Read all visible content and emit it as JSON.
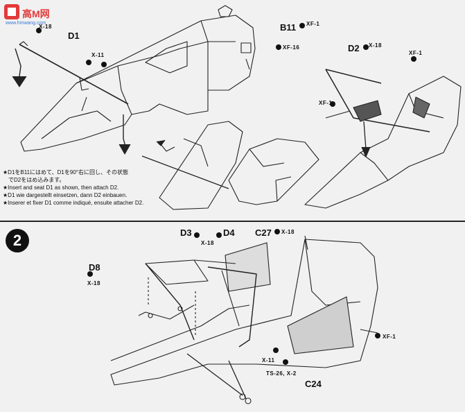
{
  "watermark": {
    "logo_text": "高M网",
    "url_text": "www.hmwang.com"
  },
  "step": {
    "number": "2"
  },
  "panel1": {
    "labels": {
      "x18_top_left": "X-18",
      "d1": "D1",
      "x11": "X-11",
      "b11": "B11",
      "xf1_b11": "XF-1",
      "xf16": "XF-16",
      "d2": "D2",
      "x18_d2": "X-18",
      "xf1_right": "XF-1",
      "xf1_left": "XF-1"
    },
    "notes": [
      "★D1をB11にはめて、D1を90°右に回し、その状態",
      "　でD2をはめ込みます。",
      "★Insert and seat D1 as shown, then attach D2.",
      "★D1 wie dargestellt einsetzen, dann D2 einbauen.",
      "★Inserer et fixer D1 comme indiqué, ensuite attacher D2."
    ]
  },
  "panel2": {
    "labels": {
      "d3": "D3",
      "x18_d3": "X-18",
      "d4": "D4",
      "c27": "C27",
      "x18_c27": "X-18",
      "d8": "D8",
      "x18_d8": "X-18",
      "xf1": "XF-1",
      "x11": "X-11",
      "ts26": "TS-26, X-2",
      "c24": "C24"
    }
  }
}
